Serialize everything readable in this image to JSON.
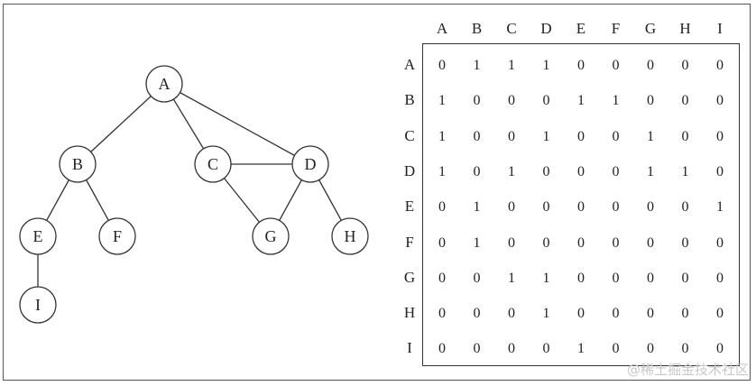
{
  "graph": {
    "nodes": [
      "A",
      "B",
      "C",
      "D",
      "E",
      "F",
      "G",
      "H",
      "I"
    ],
    "edges": [
      [
        "A",
        "B"
      ],
      [
        "A",
        "C"
      ],
      [
        "A",
        "D"
      ],
      [
        "B",
        "E"
      ],
      [
        "B",
        "F"
      ],
      [
        "C",
        "D"
      ],
      [
        "C",
        "G"
      ],
      [
        "D",
        "G"
      ],
      [
        "D",
        "H"
      ],
      [
        "E",
        "I"
      ]
    ]
  },
  "matrix": {
    "columns": [
      "A",
      "B",
      "C",
      "D",
      "E",
      "F",
      "G",
      "H",
      "I"
    ],
    "rows": [
      {
        "label": "A",
        "values": [
          "0",
          "1",
          "1",
          "1",
          "0",
          "0",
          "0",
          "0",
          "0"
        ]
      },
      {
        "label": "B",
        "values": [
          "1",
          "0",
          "0",
          "0",
          "1",
          "1",
          "0",
          "0",
          "0"
        ]
      },
      {
        "label": "C",
        "values": [
          "1",
          "0",
          "0",
          "1",
          "0",
          "0",
          "1",
          "0",
          "0"
        ]
      },
      {
        "label": "D",
        "values": [
          "1",
          "0",
          "1",
          "0",
          "0",
          "0",
          "1",
          "1",
          "0"
        ]
      },
      {
        "label": "E",
        "values": [
          "0",
          "1",
          "0",
          "0",
          "0",
          "0",
          "0",
          "0",
          "1"
        ]
      },
      {
        "label": "F",
        "values": [
          "0",
          "1",
          "0",
          "0",
          "0",
          "0",
          "0",
          "0",
          "0"
        ]
      },
      {
        "label": "G",
        "values": [
          "0",
          "0",
          "1",
          "1",
          "0",
          "0",
          "0",
          "0",
          "0"
        ]
      },
      {
        "label": "H",
        "values": [
          "0",
          "0",
          "0",
          "1",
          "0",
          "0",
          "0",
          "0",
          "0"
        ]
      },
      {
        "label": "I",
        "values": [
          "0",
          "0",
          "0",
          "0",
          "1",
          "0",
          "0",
          "0",
          "0"
        ]
      }
    ]
  },
  "watermark": "@稀土掘金技术社区",
  "colors": {
    "stroke": "#333333",
    "text": "#222222",
    "watermark": "#c8c8c8"
  }
}
